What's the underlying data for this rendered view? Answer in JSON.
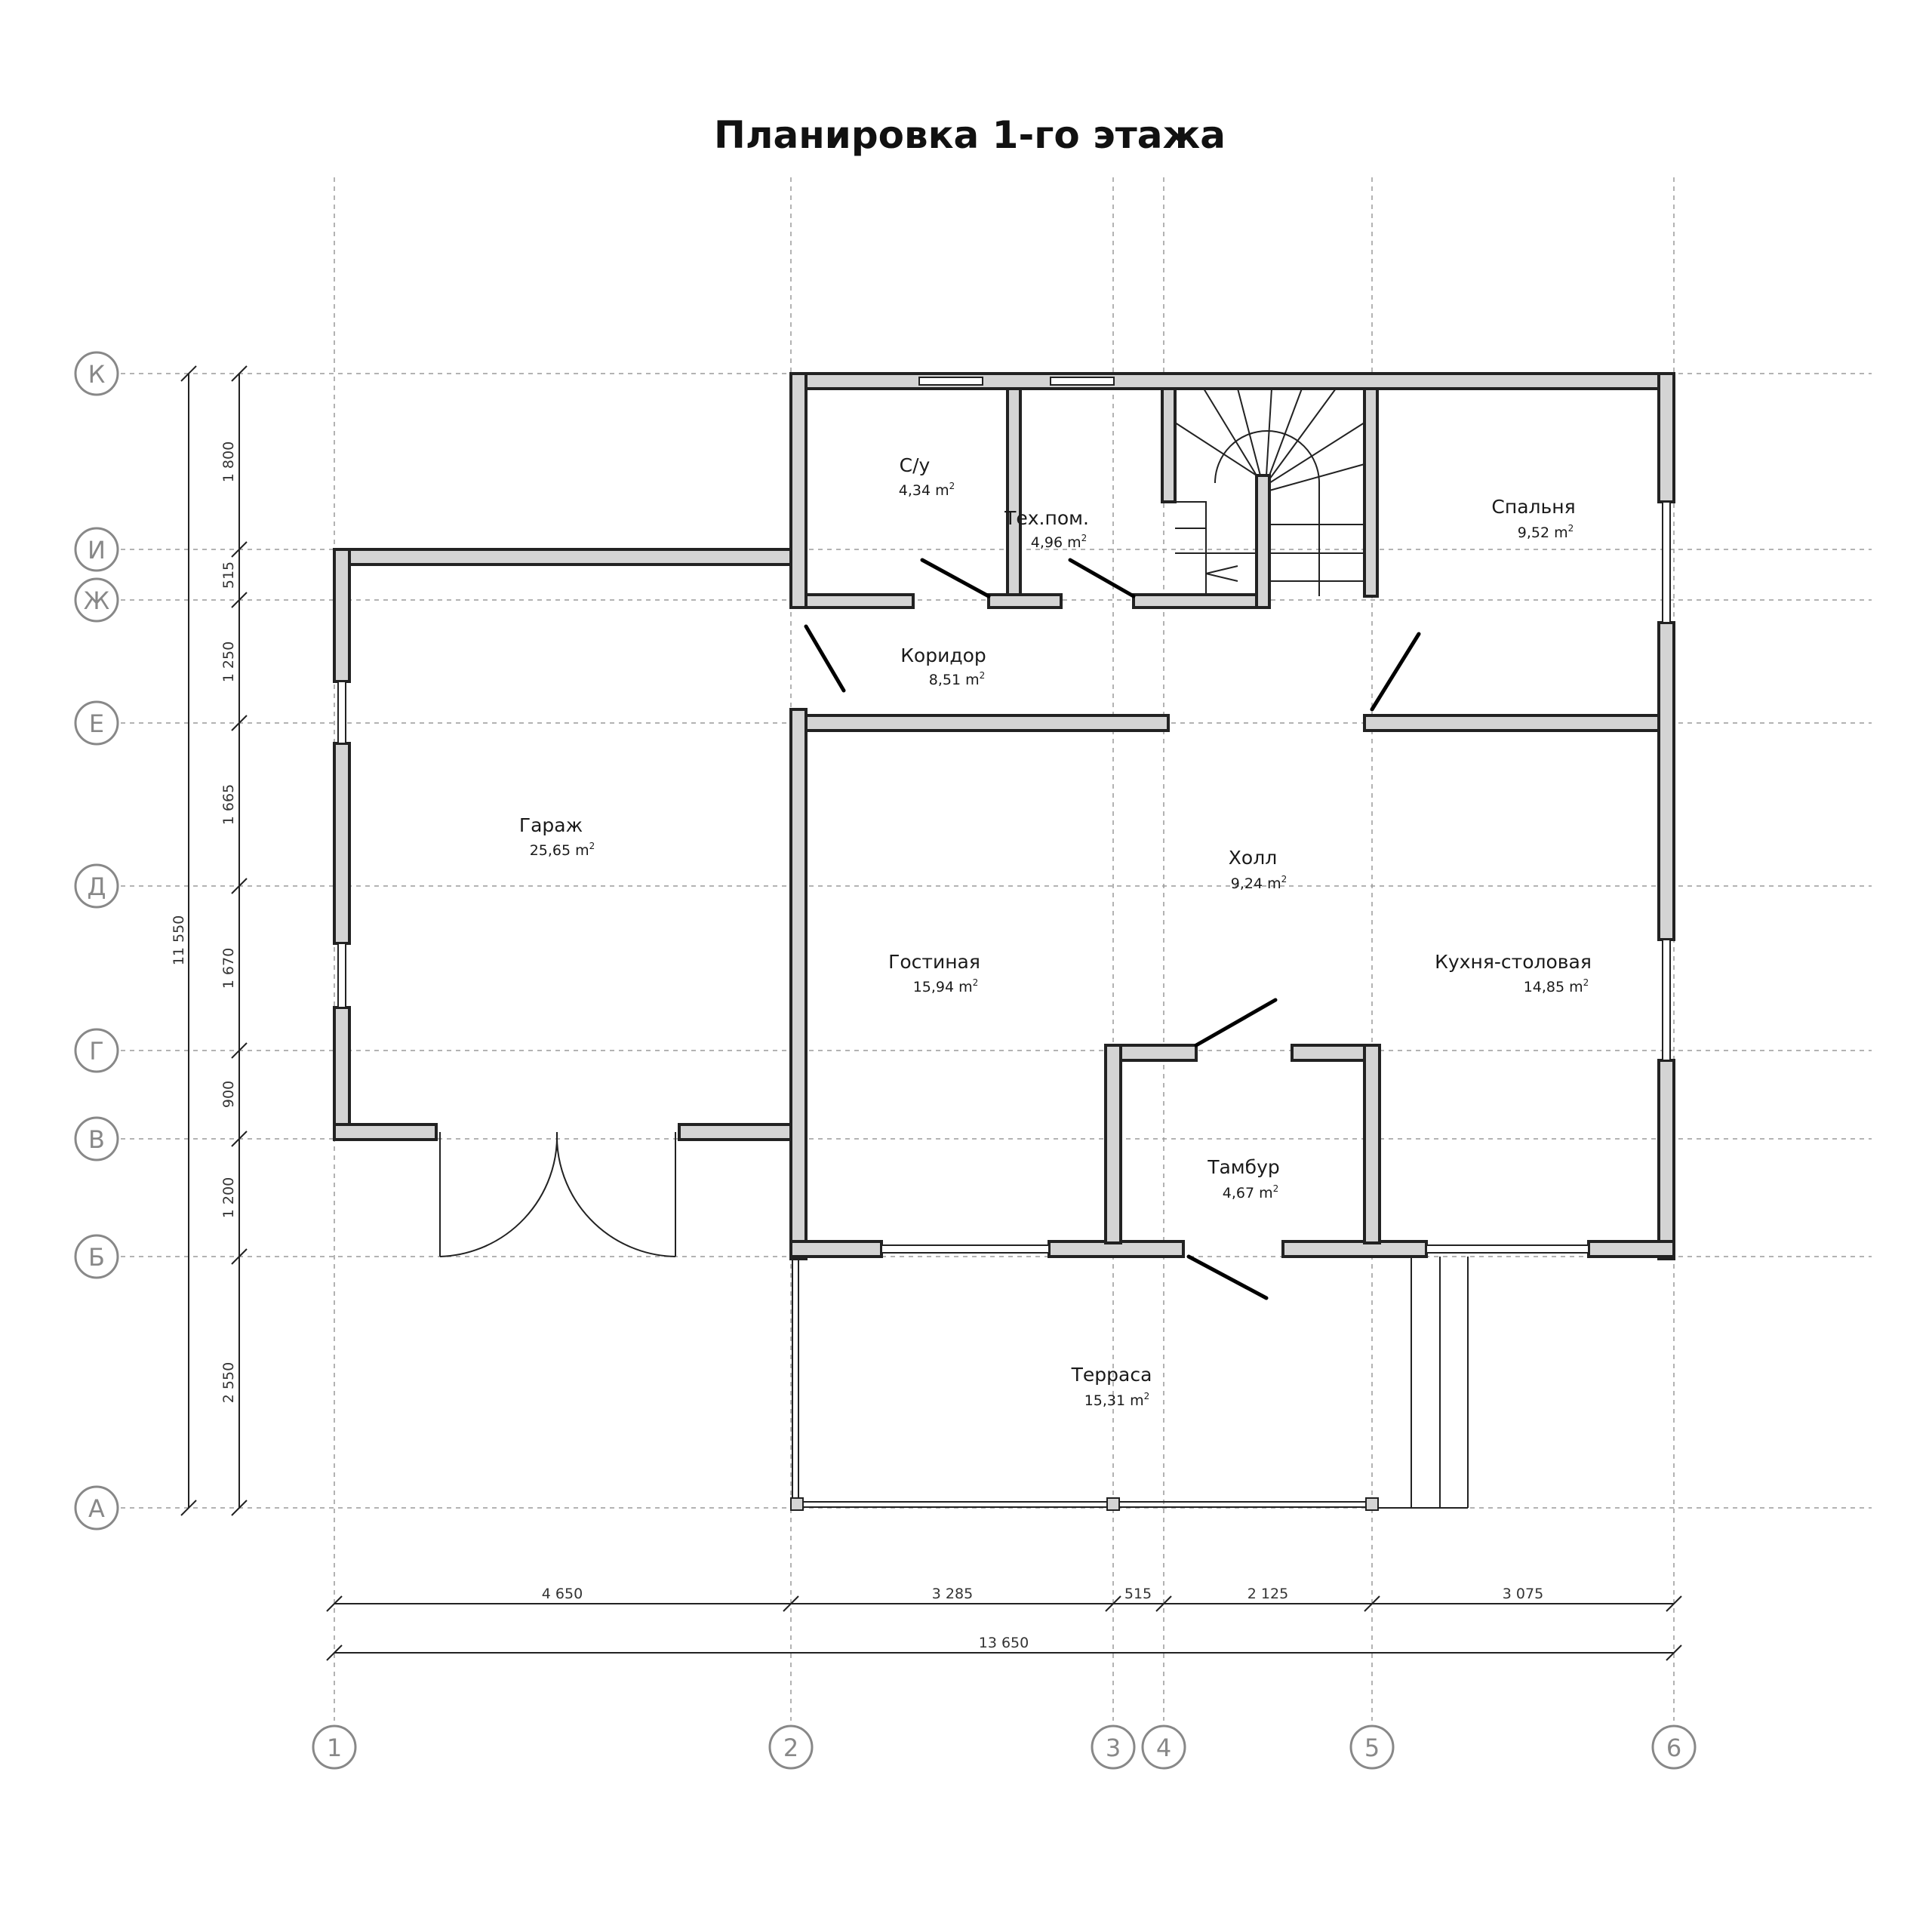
{
  "title": "Планировка 1-го этажа",
  "rooms": [
    {
      "name": "С/у",
      "area": "4,34 m"
    },
    {
      "name": "Тех.пом.",
      "area": "4,96 m"
    },
    {
      "name": "Спальня",
      "area": "9,52 m"
    },
    {
      "name": "Коридор",
      "area": "8,51 m"
    },
    {
      "name": "Гараж",
      "area": "25,65 m"
    },
    {
      "name": "Холл",
      "area": "9,24 m"
    },
    {
      "name": "Гостиная",
      "area": "15,94 m"
    },
    {
      "name": "Кухня-столовая",
      "area": "14,85 m"
    },
    {
      "name": "Тамбур",
      "area": "4,67 m"
    },
    {
      "name": "Терраса",
      "area": "15,31 m"
    }
  ],
  "area_unit_superscript": "2",
  "row_axes": [
    "К",
    "И",
    "Ж",
    "Е",
    "Д",
    "Г",
    "В",
    "Б",
    "А"
  ],
  "column_axes": [
    "1",
    "2",
    "3",
    "4",
    "5",
    "6"
  ],
  "vertical_dimensions": {
    "segments": [
      "1 800",
      "515",
      "1 250",
      "1 665",
      "1 670",
      "900",
      "1 200",
      "2 550"
    ],
    "total": "11 550"
  },
  "horizontal_dimensions": {
    "segments": [
      "4 650",
      "3 285",
      "515",
      "2 125",
      "3 075"
    ],
    "total": "13 650"
  }
}
